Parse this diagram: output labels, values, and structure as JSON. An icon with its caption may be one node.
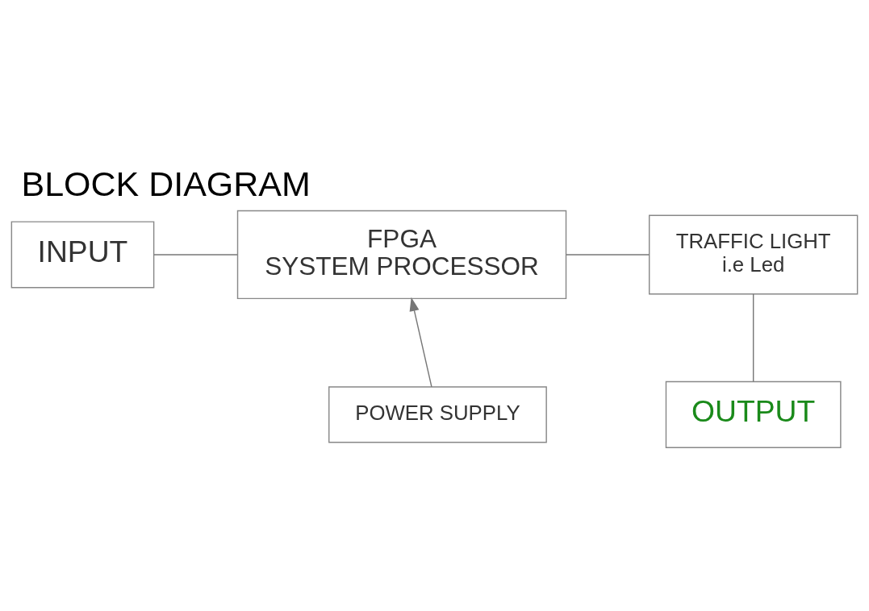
{
  "diagram": {
    "title": "BLOCK DIAGRAM",
    "nodes": [
      {
        "text": [
          "INPUT"
        ]
      },
      {
        "text": [
          "FPGA",
          "SYSTEM PROCESSOR"
        ]
      },
      {
        "text": [
          "TRAFFIC LIGHT",
          "i.e Led"
        ]
      },
      {
        "text": [
          "OUTPUT"
        ]
      },
      {
        "text": [
          "POWER SUPPLY"
        ]
      }
    ],
    "edges": [
      {
        "from": 0,
        "to": 1,
        "arrow": "none"
      },
      {
        "from": 1,
        "to": 2,
        "arrow": "none"
      },
      {
        "from": 4,
        "to": 1,
        "arrow": "to"
      },
      {
        "from": 2,
        "to": 3,
        "arrow": "none"
      }
    ]
  }
}
